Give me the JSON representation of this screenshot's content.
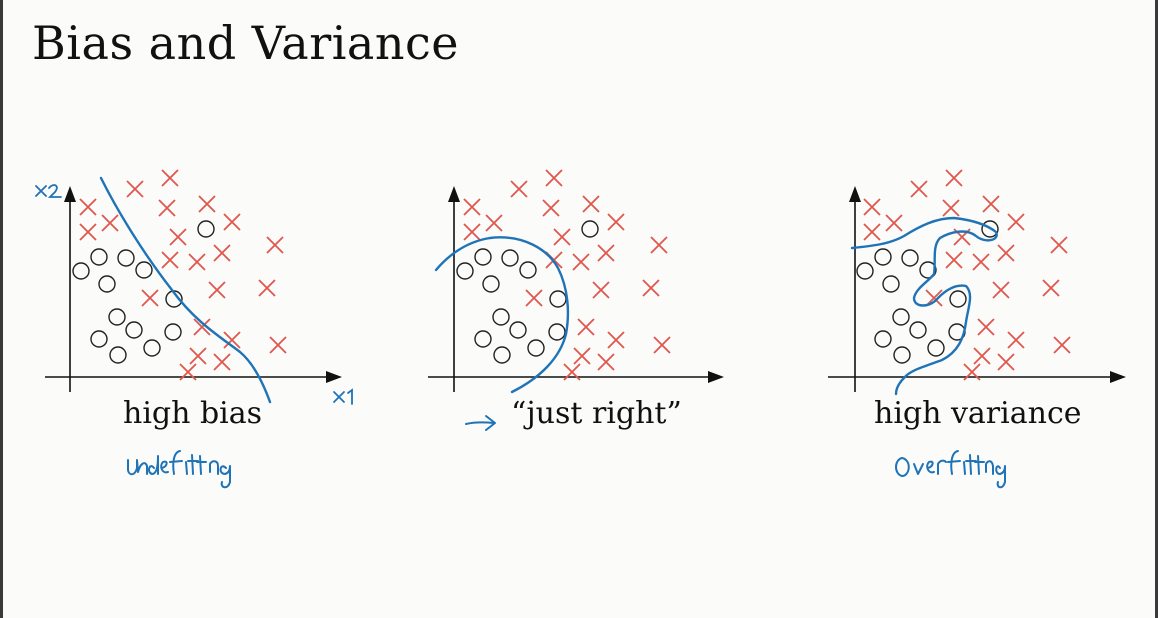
{
  "slide": {
    "title": "Bias and Variance",
    "colors": {
      "cross": "#e2564e",
      "circle": "#222222",
      "axis": "#111111",
      "boundary": "#1f73b7",
      "ink": "#1f73b7"
    }
  },
  "panels": [
    {
      "id": "high-bias",
      "caption": "high bias",
      "ink_note": "underfitting",
      "axis_labels": {
        "y": "x2",
        "x": "x1"
      }
    },
    {
      "id": "just-right",
      "caption": "“just right”",
      "arrow_note": "→"
    },
    {
      "id": "high-variance",
      "caption": "high variance",
      "ink_note": "overfitting"
    }
  ]
}
